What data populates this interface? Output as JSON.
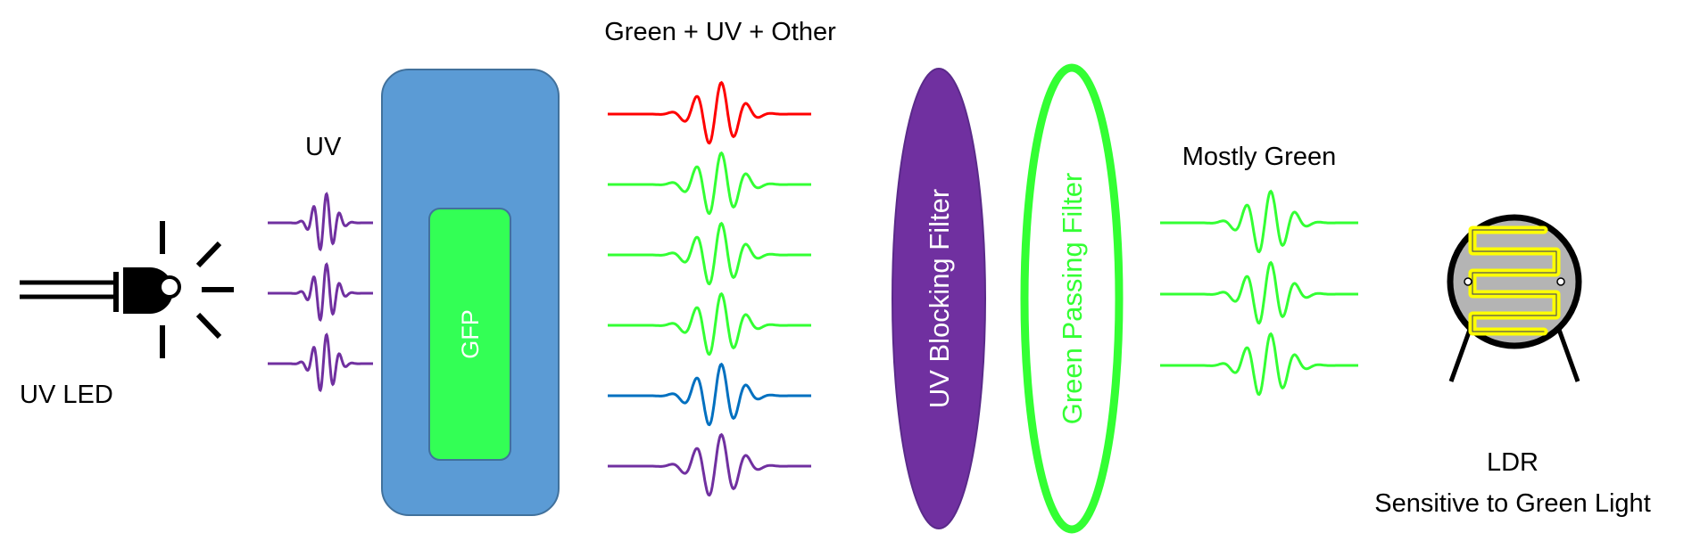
{
  "labels": {
    "uv_led": "UV LED",
    "uv": "UV",
    "gfp": "GFP",
    "emitted": "Green + UV + Other",
    "uv_filter": "UV Blocking Filter",
    "green_filter": "Green Passing Filter",
    "mostly_green": "Mostly Green",
    "ldr": "LDR",
    "ldr_caption": "Sensitive to Green Light"
  },
  "colors": {
    "uv": "#7030a0",
    "green": "#33ff33",
    "red": "#ff0000",
    "blue": "#0070c0",
    "cuvette": "#5b9bd5",
    "cuvette_border": "#41719c",
    "gfp_fill": "#33ff55",
    "uv_filter_fill": "#7030a0",
    "green_filter_stroke": "#33ff33",
    "ldr_track": "#ffff00",
    "ldr_body": "#b4b4b4"
  },
  "icons": {
    "led": "uv-led-icon",
    "ldr": "ldr-icon"
  },
  "waves": {
    "uv_in": [
      "uv",
      "uv",
      "uv"
    ],
    "emitted": [
      "red",
      "green",
      "green",
      "green",
      "blue",
      "uv"
    ],
    "filtered": [
      "green",
      "green",
      "green"
    ]
  }
}
